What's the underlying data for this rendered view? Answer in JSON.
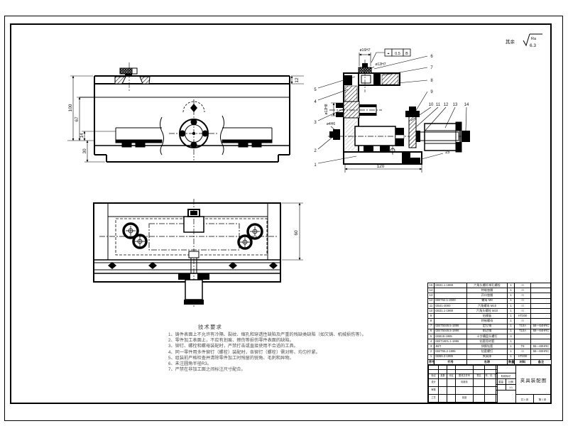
{
  "roughness": {
    "prefix": "其余",
    "label": "Ra",
    "value": "6.3"
  },
  "front_view": {
    "dim_100": "100",
    "dim_67": "67",
    "dim_14": "14",
    "dim_30": "30",
    "dim_12": "12"
  },
  "plan_view": {
    "dim_60": "60"
  },
  "section_view": {
    "dim_120": "120",
    "dia_16": "ø16H7",
    "dia_12": "ø12H7",
    "dia_12h8": "ø12H8",
    "dia_4": "ø4H6",
    "tol_symbol": "⌖",
    "tol_value": "0.5",
    "tol_datum": "B",
    "callouts": {
      "c1": "1",
      "c2": "2",
      "c3": "3",
      "c4": "4",
      "c5": "5",
      "c6": "6",
      "c7": "7",
      "c8": "8",
      "c9": "9",
      "c10": "10",
      "c11": "11",
      "c12": "12",
      "c13": "13",
      "c14": "14",
      "c15": "15"
    }
  },
  "tech_req": {
    "title": "技术要求",
    "lines": [
      "1、铸件表面上不允许有冷隔、裂纹、缩孔和穿透性缺陷及严重的残缺类缺陷（如欠铸、机械损伤等）。",
      "2、零件加工表面上，不应有划痕、擦伤等损伤零件表面的缺陷。",
      "3、铆钉、螺栓和螺母装配时，严禁打击或直接使用不合适的工具。",
      "4、同一零件用多件铆钉（螺栓）装配时，各铆钉（螺栓）需对称、均匀拧紧。",
      "5、组装前严格检查并清除零件加工时残留的锐角、毛刺和异物。",
      "6、未注圆角半径R3。",
      "7、严禁在非加工面之间标注尺寸配合。"
    ]
  },
  "bom": {
    "headers": [
      "序号",
      "代号",
      "名称",
      "数量",
      "材料",
      "重量",
      "备注"
    ],
    "rows": [
      [
        "15",
        "GB31.1-1988",
        "六角头螺杆带孔螺栓",
        "1",
        "45",
        ""
      ],
      [
        "14",
        "",
        "特制垫圈",
        "1",
        "45",
        ""
      ],
      [
        "13",
        "",
        "开口垫圈",
        "1",
        "45",
        ""
      ],
      [
        "12",
        "GB/T64.1-2000",
        "螺母 M8",
        "1",
        "45",
        ""
      ],
      [
        "11",
        "GB41-2000",
        "六角螺母 M10",
        "1",
        "45",
        ""
      ],
      [
        "10",
        "GB31.1-1988",
        "六角头螺栓 M10",
        "1",
        "45",
        ""
      ],
      [
        "9",
        "",
        "钻模板",
        "1",
        "HT200",
        ""
      ],
      [
        "8",
        "",
        "特制螺母",
        "1",
        "45",
        ""
      ],
      [
        "7",
        "GB/T5048.5-1999",
        "定位销",
        "1",
        "T10A",
        "58—64HRC"
      ],
      [
        "6",
        "GB/T5048.5-1999",
        "削边销",
        "1",
        "T10A",
        "58—64HRC"
      ],
      [
        "5",
        "GB818-1985",
        "十字槽盘头螺钉",
        "4",
        "",
        ""
      ],
      [
        "4",
        "GB/T1801.1-1995",
        "钻套用衬套",
        "1",
        "",
        ""
      ],
      [
        "3",
        "JB/T",
        "快换钻套",
        "1",
        "T8",
        "55—60HRC"
      ],
      [
        "2",
        "GB/T65.2-1985",
        "钻套螺钉",
        "1",
        "45",
        "55—60HRC"
      ],
      [
        "1",
        "GB65.3-1985",
        "夹具体",
        "1",
        "HT200",
        ""
      ]
    ]
  },
  "title_block": {
    "grid": [
      [
        "",
        "",
        "",
        "",
        "",
        ""
      ],
      [
        "",
        "",
        "",
        "",
        "",
        ""
      ],
      [
        "标记",
        "处数",
        "分区",
        "更改文件号",
        "签名",
        "年、月、日"
      ],
      [
        "设计",
        "",
        "",
        "标准化",
        "",
        ""
      ],
      [
        "审核",
        "",
        "",
        "",
        "",
        ""
      ],
      [
        "工艺",
        "",
        "",
        "批准",
        "",
        ""
      ]
    ],
    "stage_label": "阶段标记",
    "weight_label": "重量",
    "scale_label": "比例",
    "scale": "1:1",
    "title": "夹具装配图",
    "sheet_total": "共 1 张",
    "sheet_no": "第 1 张"
  }
}
